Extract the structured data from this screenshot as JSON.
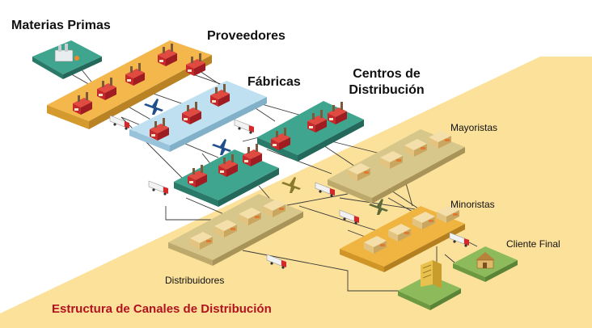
{
  "labels": {
    "materias_primas": "Materias Primas",
    "proveedores": "Proveedores",
    "fabricas": "Fábricas",
    "centros_line1": "Centros de",
    "centros_line2": "Distribución",
    "mayoristas": "Mayoristas",
    "minoristas": "Minoristas",
    "cliente_final": "Cliente Final",
    "distribuidores": "Distribuidores"
  },
  "title": "Estructura de Canales de Distribución",
  "colors": {
    "background_band": "#fbe19a",
    "materias_primas_platform": "#3fa58f",
    "proveedores_platform": "#f3b74b",
    "fabricas_platform": "#bfe0f1",
    "centros_platform": "#3fa58f",
    "mayoristas_platform": "#d8c78a",
    "minoristas_platform": "#f0b540",
    "distribuidores_platform": "#d8c78a",
    "cliente_platform": "#8dbb5c",
    "title_color": "#b1121e",
    "factory_red": "#c7282c"
  },
  "icons": [
    "factory-icon",
    "warehouse-icon",
    "truck-icon",
    "airplane-icon",
    "store-icon",
    "house-icon"
  ]
}
